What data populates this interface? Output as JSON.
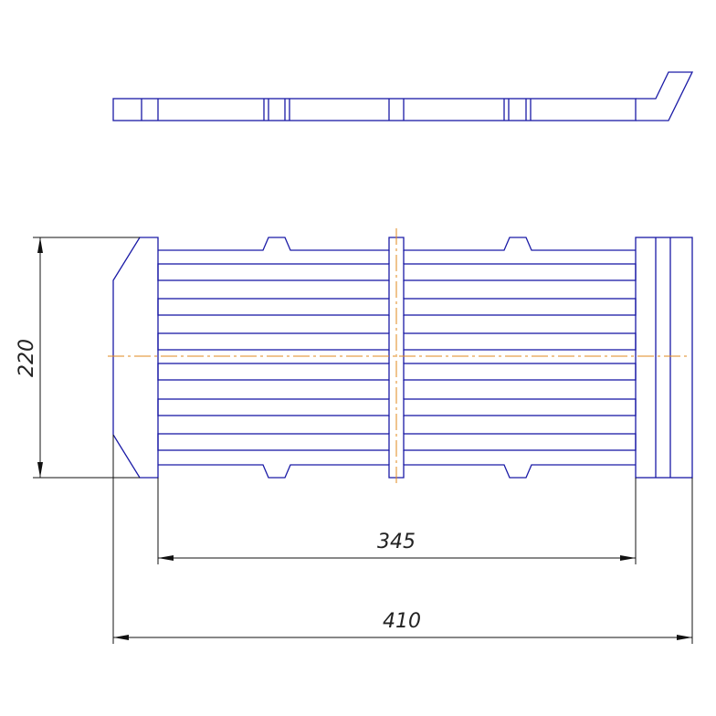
{
  "drawing": {
    "dimensions": {
      "height": "220",
      "inner_width": "345",
      "overall_width": "410"
    },
    "colors": {
      "outline": "#1a1aa6",
      "dimension": "#111111",
      "center_line": "#e08a1e"
    }
  }
}
